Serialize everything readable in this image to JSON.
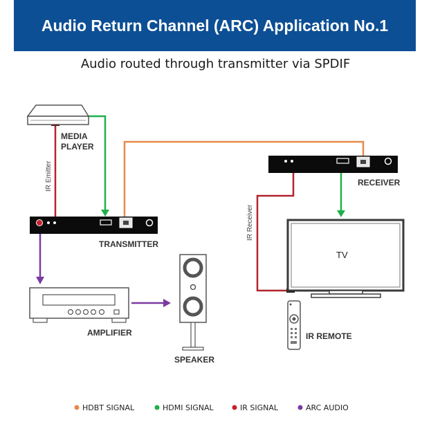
{
  "header": {
    "title": "Audio Return Channel (ARC) Application No.1"
  },
  "subtitle": "Audio routed through transmitter via SPDIF",
  "labels": {
    "media_player_line1": "MEDIA",
    "media_player_line2": "PLAYER",
    "transmitter": "TRANSMITTER",
    "receiver": "RECEIVER",
    "amplifier": "AMPLIFIER",
    "speaker": "SPEAKER",
    "tv": "TV",
    "ir_remote": "IR REMOTE",
    "ir_emitter": "IR Emitter",
    "ir_receiver": "IR Receiver"
  },
  "legend": [
    {
      "label": "HDBT SIGNAL",
      "color": "#e8894a"
    },
    {
      "label": "HDMI SIGNAL",
      "color": "#1fb04a"
    },
    {
      "label": "IR SIGNAL",
      "color": "#cc1f2b"
    },
    {
      "label": "ARC AUDIO",
      "color": "#7b3aa0"
    }
  ],
  "colors": {
    "header_bg": "#0d4f95",
    "hdbt": "#e8894a",
    "hdmi": "#1fb04a",
    "ir": "#b3222b",
    "arc": "#7b3aa0"
  }
}
